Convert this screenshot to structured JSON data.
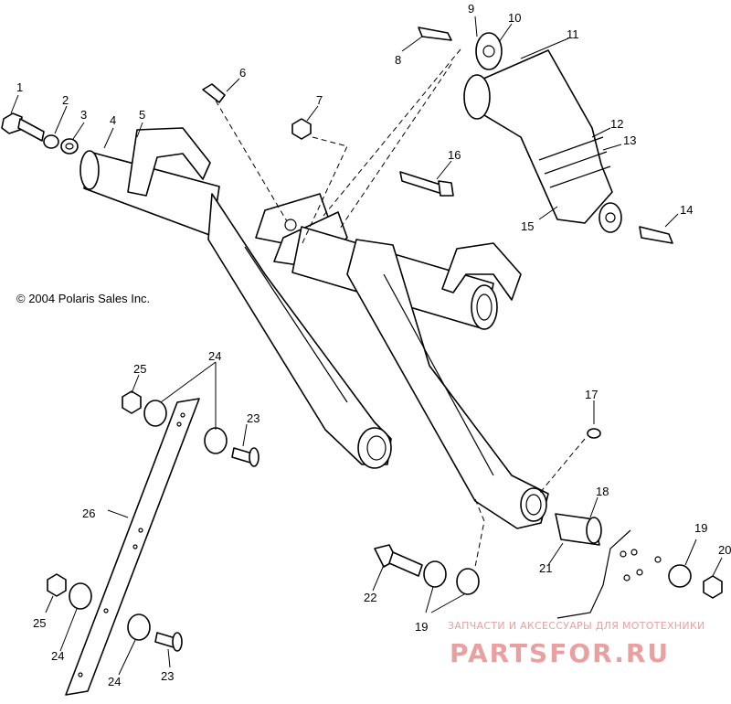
{
  "copyright": "© 2004 Polaris Sales Inc.",
  "watermark": {
    "subtitle": "ЗАПЧАСТИ И АКСЕССУАРЫ ДЛЯ МОТОТЕХНИКИ",
    "logo": "PARTSFOR.RU"
  },
  "callouts": {
    "c1": "1",
    "c2": "2",
    "c3": "3",
    "c4": "4",
    "c5": "5",
    "c6": "6",
    "c7": "7",
    "c8": "8",
    "c9": "9",
    "c10": "10",
    "c11": "11",
    "c12": "12",
    "c13": "13",
    "c14": "14",
    "c15": "15",
    "c16": "16",
    "c17": "17",
    "c18": "18",
    "c19a": "19",
    "c19b": "19",
    "c20": "20",
    "c21": "21",
    "c22": "22",
    "c23a": "23",
    "c23b": "23",
    "c24a": "24",
    "c24b": "24",
    "c24c": "24",
    "c25a": "25",
    "c25b": "25",
    "c26": "26"
  },
  "colors": {
    "line": "#000000",
    "watermark": "#e9a0a0"
  }
}
